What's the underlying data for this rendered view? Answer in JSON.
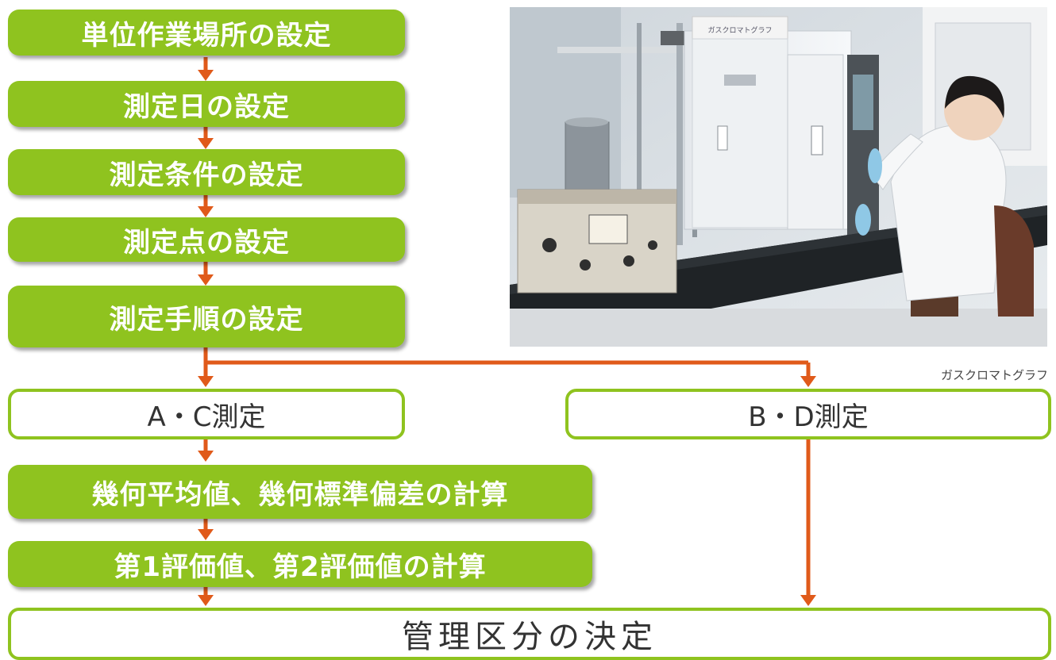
{
  "steps": {
    "s1": "単位作業場所の設定",
    "s2": "測定日の設定",
    "s3": "測定条件の設定",
    "s4": "測定点の設定",
    "s5": "測定手順の設定"
  },
  "branches": {
    "ac": "A・C測定",
    "bd": "B・D測定"
  },
  "calc": {
    "c1": "幾何平均値、幾何標準偏差の計算",
    "c2": "第1評価値、第2評価値の計算"
  },
  "final": "管理区分の決定",
  "photo": {
    "caption": "ガスクロマトグラフ",
    "device_label": "ガスクロマトグラフ"
  },
  "colors": {
    "box_green": "#8fc31f",
    "arrow_orange": "#e05a1a"
  }
}
